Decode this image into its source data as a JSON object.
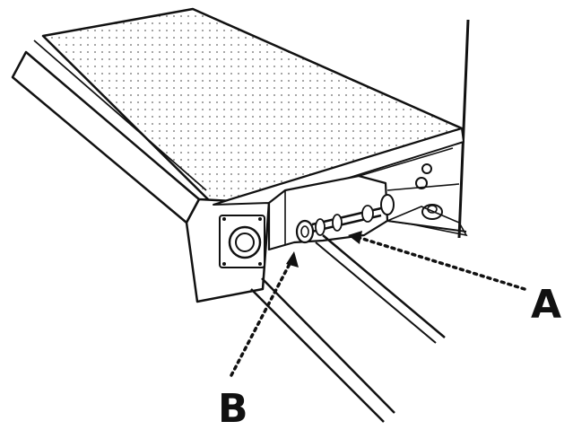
{
  "diagram": {
    "callouts": [
      {
        "id": "A",
        "label": "A"
      },
      {
        "id": "B",
        "label": "B"
      }
    ]
  },
  "colors": {
    "line": "#111111",
    "deck_dot": "#8a8a8a",
    "background": "#ffffff"
  }
}
